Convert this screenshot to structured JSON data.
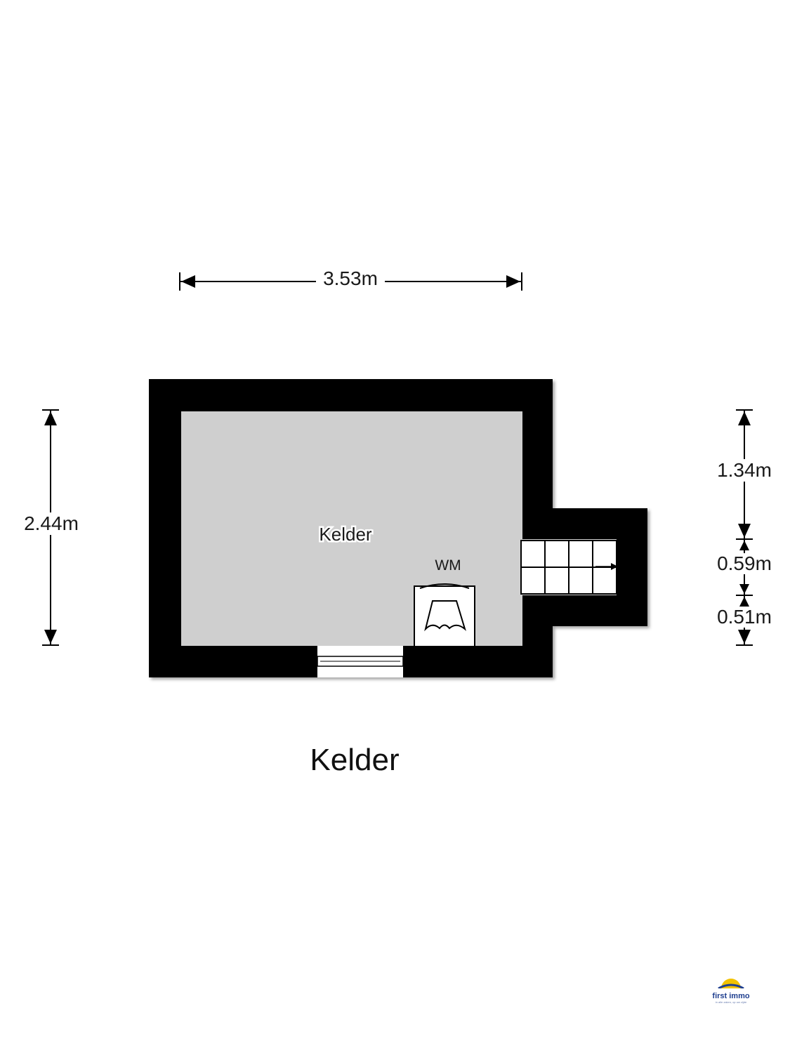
{
  "plan": {
    "room_label": "Kelder",
    "appliance_label": "WM",
    "dimensions": {
      "width": "3.53m",
      "height": "2.44m",
      "right_top": "1.34m",
      "right_middle": "0.59m",
      "right_bottom": "0.51m"
    },
    "floor_title": "Kelder"
  },
  "logo": {
    "name": "first immo",
    "tagline": "in alle zaken, op uw zijde",
    "icon": "sun-icon"
  },
  "colors": {
    "wall": "#000000",
    "floor": "#cfcfcf",
    "logo_blue": "#1f3f8f",
    "logo_yellow": "#f2c200"
  }
}
